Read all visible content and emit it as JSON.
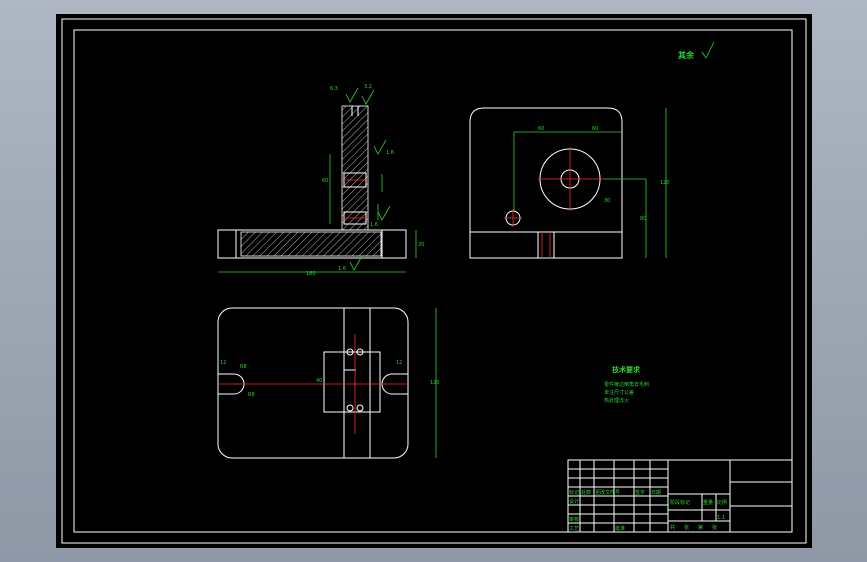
{
  "drawing": {
    "surface_note": "其余",
    "tech_requirements": {
      "title": "技术要求",
      "lines": [
        "零件棱边倒角去毛刺",
        "未注尺寸公差",
        "热处理淬火"
      ]
    },
    "front_view": {
      "dim_width": "180",
      "dim_height": "20",
      "dim_stem": "60",
      "roughness_labels": [
        "6.3",
        "3.2",
        "1.6",
        "1.6",
        "1.6"
      ]
    },
    "side_view": {
      "dims": [
        "60",
        "60",
        "120",
        "30",
        "80"
      ]
    },
    "top_view": {
      "dims": [
        "12",
        "R8",
        "R8",
        "120",
        "12",
        "40"
      ]
    },
    "title_block": {
      "labels": [
        "标记",
        "处数",
        "更改文件号",
        "签字",
        "日期",
        "设计",
        "审核",
        "工艺",
        "批准",
        "阶段标记",
        "重量",
        "比例",
        "共",
        "张",
        "第",
        "张"
      ],
      "scale": "1:1"
    }
  },
  "colors": {
    "line": "#ffffff",
    "dimension": "#2bd62b",
    "centerline": "#ff2a2a",
    "background": "#000000"
  }
}
